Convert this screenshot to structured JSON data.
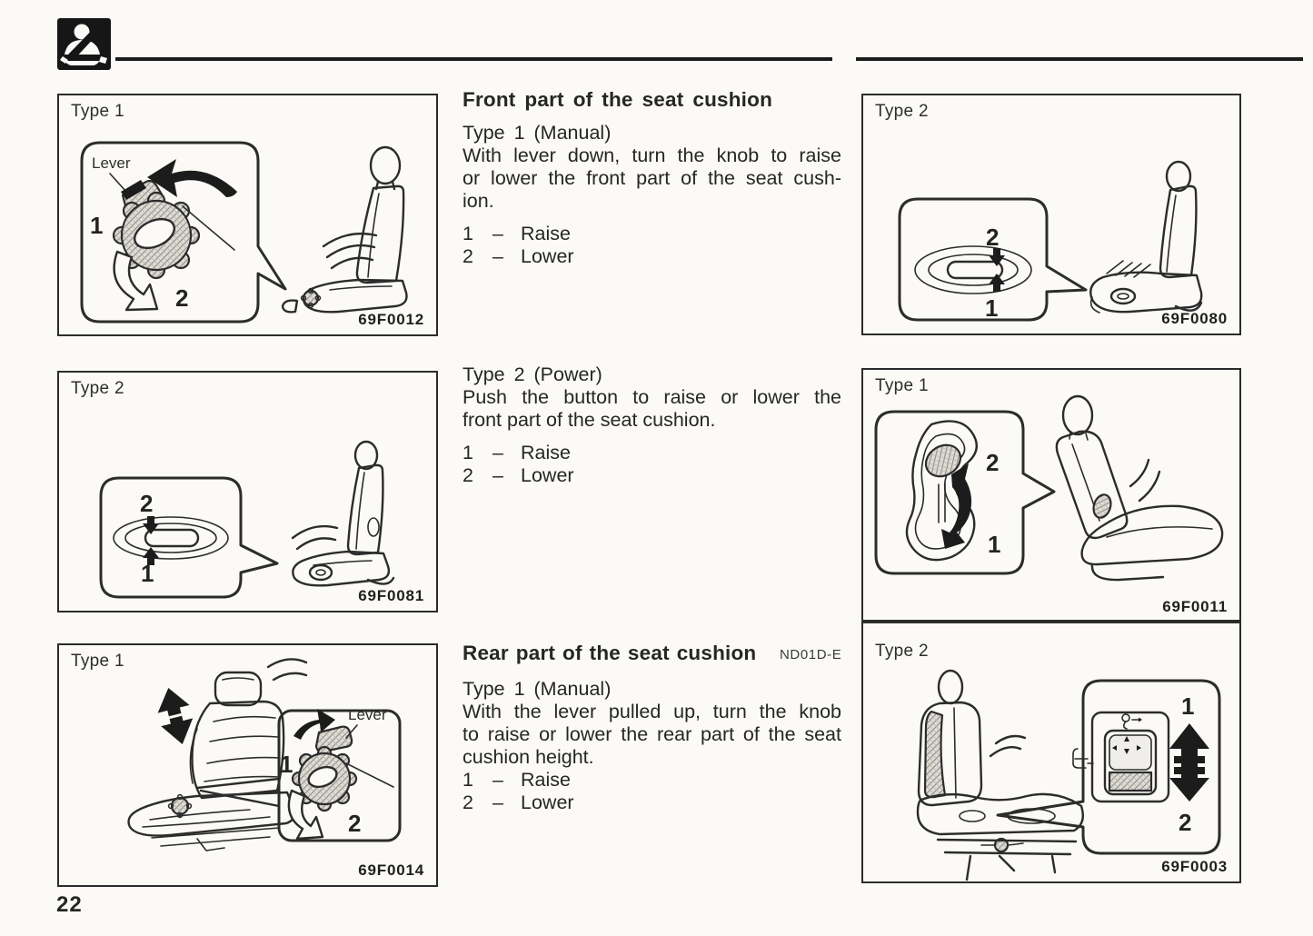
{
  "page_number": "22",
  "header": {
    "icon_name": "seatbelt-icon"
  },
  "colors": {
    "ink": "#262626",
    "paper": "#fbfaf6",
    "rule": "#1c1c1c"
  },
  "sections": [
    {
      "heading": "Front part of the seat cushion",
      "blocks": [
        {
          "subheading": "Type 1 (Manual)",
          "lines": [
            "With lever down, turn the knob to raise",
            "or lower the front part of the seat cush-",
            "ion."
          ],
          "items": [
            {
              "num": "1",
              "dash": "–",
              "label": "Raise"
            },
            {
              "num": "2",
              "dash": "–",
              "label": "Lower"
            }
          ]
        },
        {
          "subheading": "Type 2 (Power)",
          "lines": [
            "Push the button to raise or lower the",
            "front part of the seat cushion."
          ],
          "items": [
            {
              "num": "1",
              "dash": "–",
              "label": "Raise"
            },
            {
              "num": "2",
              "dash": "–",
              "label": "Lower"
            }
          ]
        }
      ]
    },
    {
      "heading": "Rear part of the seat cushion",
      "code": "ND01D-E",
      "blocks": [
        {
          "subheading": "Type 1 (Manual)",
          "lines": [
            "With the lever pulled up, turn the knob",
            "to raise or lower the rear part of the seat",
            "cushion height."
          ],
          "items": [
            {
              "num": "1",
              "dash": "–",
              "label": "Raise"
            },
            {
              "num": "2",
              "dash": "–",
              "label": "Lower"
            }
          ]
        }
      ]
    }
  ],
  "figures": [
    {
      "type_label": "Type 1",
      "code": "69F0012",
      "labels": {
        "lever": "Lever",
        "one": "1",
        "two": "2"
      }
    },
    {
      "type_label": "Type 2",
      "code": "69F0081",
      "labels": {
        "one": "1",
        "two": "2"
      }
    },
    {
      "type_label": "Type 1",
      "code": "69F0014",
      "labels": {
        "lever": "Lever",
        "one": "1",
        "two": "2"
      }
    },
    {
      "type_label": "Type 2",
      "code": "69F0080",
      "labels": {
        "one": "1",
        "two": "2"
      }
    },
    {
      "type_label": "Type 1",
      "code": "69F0011",
      "labels": {
        "one": "1",
        "two": "2"
      }
    },
    {
      "type_label": "Type 2",
      "code": "69F0003",
      "labels": {
        "one": "1",
        "two": "2"
      }
    }
  ]
}
